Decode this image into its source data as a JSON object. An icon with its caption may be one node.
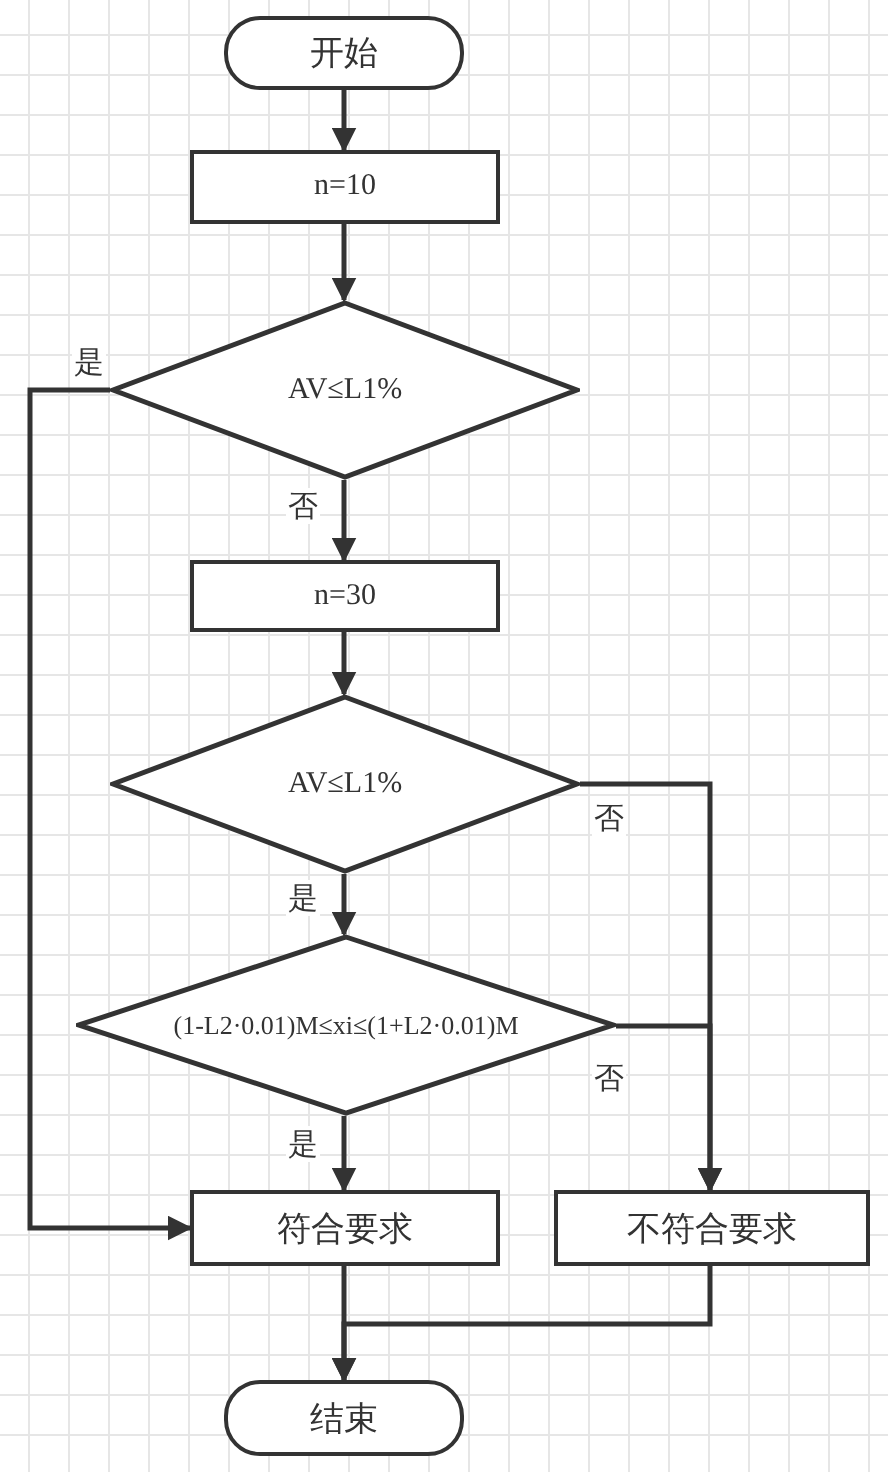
{
  "diagram": {
    "nodes": [
      {
        "text": [
          "开始"
        ]
      },
      {
        "text": [
          "n=10"
        ]
      },
      {
        "text": [
          "AV≤L1%"
        ]
      },
      {
        "text": [
          "n=30"
        ]
      },
      {
        "text": [
          "AV≤L1%"
        ]
      },
      {
        "text": [
          "(1-L2·0.01)M≤xi≤(1+L2·0.01)M"
        ]
      },
      {
        "text": [
          "符合要求"
        ]
      },
      {
        "text": [
          "不符合要求"
        ]
      },
      {
        "text": [
          "结束"
        ]
      }
    ],
    "edges": [
      {
        "from": 0,
        "to": 1,
        "arrow": "to"
      },
      {
        "from": 1,
        "to": 2,
        "arrow": "to"
      },
      {
        "from": 2,
        "to": 6,
        "arrow": "to",
        "label": "是"
      },
      {
        "from": 2,
        "to": 3,
        "arrow": "to",
        "label": "否"
      },
      {
        "from": 3,
        "to": 4,
        "arrow": "to"
      },
      {
        "from": 4,
        "to": 5,
        "arrow": "to",
        "label": "是"
      },
      {
        "from": 4,
        "to": 7,
        "arrow": "to",
        "label": "否"
      },
      {
        "from": 5,
        "to": 7,
        "arrow": "to",
        "label": "否"
      },
      {
        "from": 5,
        "to": 6,
        "arrow": "to",
        "label": "是"
      },
      {
        "from": 6,
        "to": 8,
        "arrow": "to"
      },
      {
        "from": 7,
        "to": 8,
        "arrow": "to"
      }
    ]
  }
}
